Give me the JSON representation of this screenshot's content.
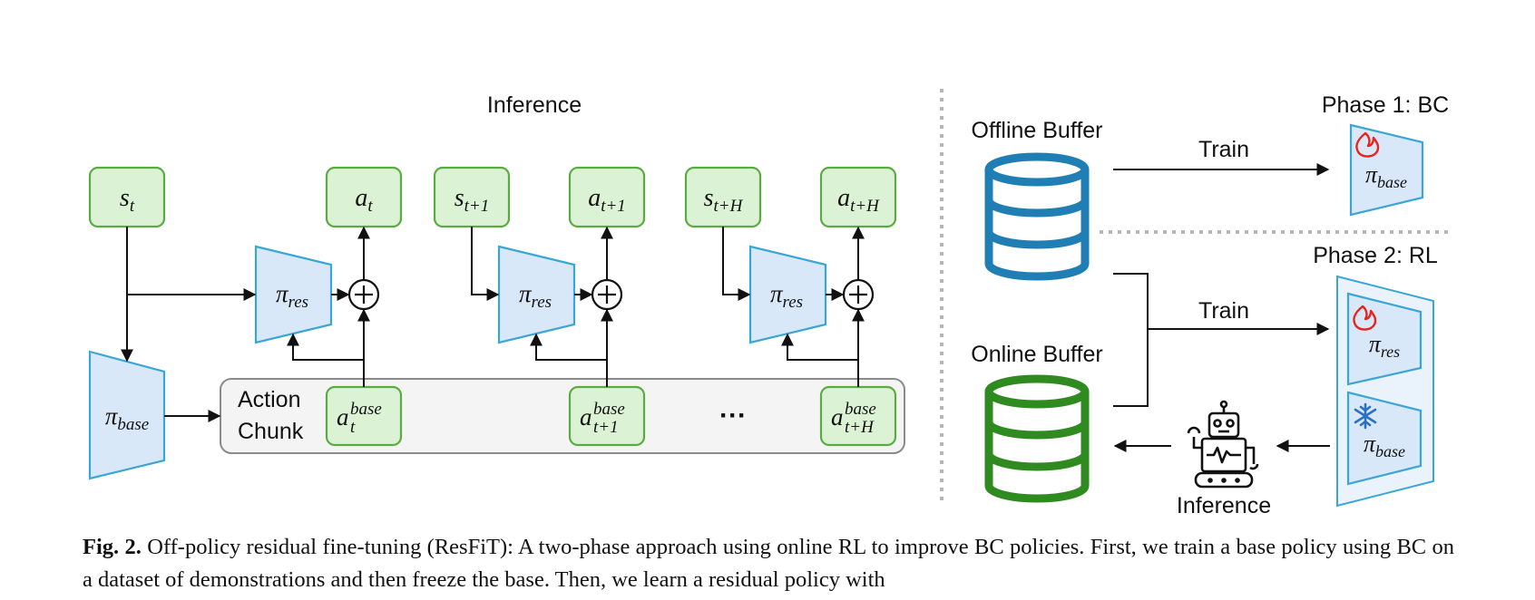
{
  "left_panel": {
    "title": "Inference",
    "states": [
      {
        "sym": "s",
        "sub": "t"
      },
      {
        "sym": "s",
        "sub": "t+1"
      },
      {
        "sym": "s",
        "sub": "t+H"
      }
    ],
    "actions": [
      {
        "sym": "a",
        "sub": "t"
      },
      {
        "sym": "a",
        "sub": "t+1"
      },
      {
        "sym": "a",
        "sub": "t+H"
      }
    ],
    "residual_policy": {
      "sym": "π",
      "sub": "res"
    },
    "base_policy": {
      "sym": "π",
      "sub": "base"
    },
    "action_chunk": {
      "label_line1": "Action",
      "label_line2": "Chunk",
      "ellipsis": "···",
      "items": [
        {
          "sym": "a",
          "sup": "base",
          "sub": "t"
        },
        {
          "sym": "a",
          "sup": "base",
          "sub": "t+1"
        },
        {
          "sym": "a",
          "sup": "base",
          "sub": "t+H"
        }
      ]
    },
    "plus_symbol": "+"
  },
  "right_panel": {
    "offline_buffer_label": "Offline Buffer",
    "online_buffer_label": "Online Buffer",
    "phase1_title": "Phase 1: BC",
    "phase2_title": "Phase 2: RL",
    "train_label_1": "Train",
    "train_label_2": "Train",
    "inference_label": "Inference",
    "phase1_policy": {
      "sym": "π",
      "sub": "base"
    },
    "phase2_res_policy": {
      "sym": "π",
      "sub": "res"
    },
    "phase2_base_policy": {
      "sym": "π",
      "sub": "base"
    },
    "icons": [
      "fire-icon",
      "snowflake-icon",
      "robot-icon",
      "database-icon"
    ],
    "colors": {
      "offline_buffer": "#1f7fb5",
      "online_buffer": "#2f8a1f",
      "fire": "#e8231e",
      "snowflake": "#2c6fc4"
    }
  },
  "colors": {
    "green_fill": "#dcf2d4",
    "green_stroke": "#5aab42",
    "blue_fill": "#d9e8f8",
    "blue_stroke": "#3aa6d6",
    "divider": "#b5b5b5"
  },
  "caption": {
    "label": "Fig. 2.",
    "text": "Off-policy residual fine-tuning (ResFiT): A two-phase approach using online RL to improve BC policies. First, we train a base policy using BC on a dataset of demonstrations and then freeze the base. Then, we learn a residual policy with"
  }
}
